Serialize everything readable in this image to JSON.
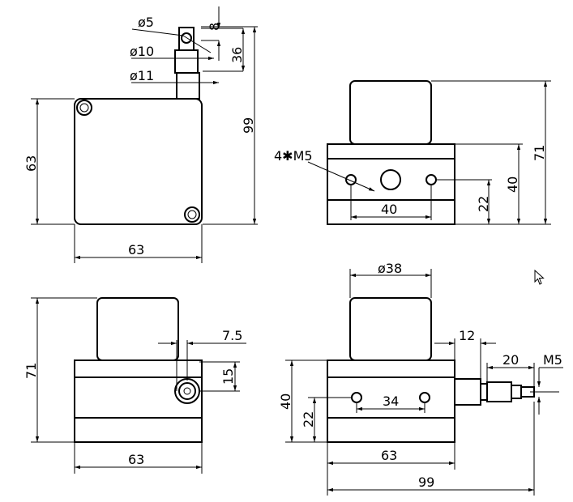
{
  "top_view": {
    "dia_5": "ø5",
    "dia_10": "ø10",
    "dia_11": "ø11",
    "dim_8": "8",
    "dim_36": "36",
    "dim_99": "99",
    "dim_63_height": "63",
    "dim_63_width": "63"
  },
  "front_view": {
    "thread_label": "4✱M5",
    "dim_40_spacing": "40",
    "dim_22": "22",
    "dim_40_height": "40",
    "dim_71": "71"
  },
  "side_view": {
    "dim_7_5": "7.5",
    "dim_15": "15",
    "dim_71": "71",
    "dim_63": "63"
  },
  "end_view": {
    "dia_38": "ø38",
    "dim_12": "12",
    "dim_20": "20",
    "thread_m5": "M5",
    "dim_40": "40",
    "dim_22": "22",
    "dim_34": "34",
    "dim_63": "63",
    "dim_99": "99"
  },
  "colors": {
    "line": "#000000",
    "background": "#ffffff"
  }
}
